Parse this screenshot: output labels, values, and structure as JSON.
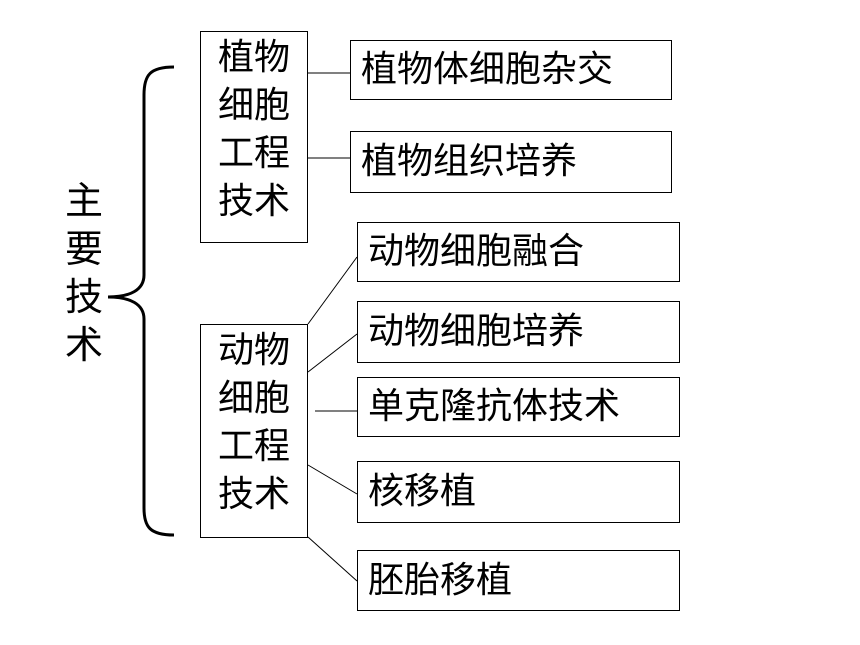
{
  "root": {
    "label": "主要技术",
    "chars": [
      "主",
      "要",
      "技",
      "术"
    ]
  },
  "categories": [
    {
      "chars": [
        "植物",
        "细胞",
        "工程",
        "技术"
      ],
      "items": [
        "植物体细胞杂交",
        "植物组织培养"
      ]
    },
    {
      "chars": [
        "动物",
        "细胞",
        "工程",
        "技术"
      ],
      "items": [
        "动物细胞融合",
        "动物细胞培养",
        "单克隆抗体技术",
        "核移植",
        "胚胎移植"
      ]
    }
  ]
}
